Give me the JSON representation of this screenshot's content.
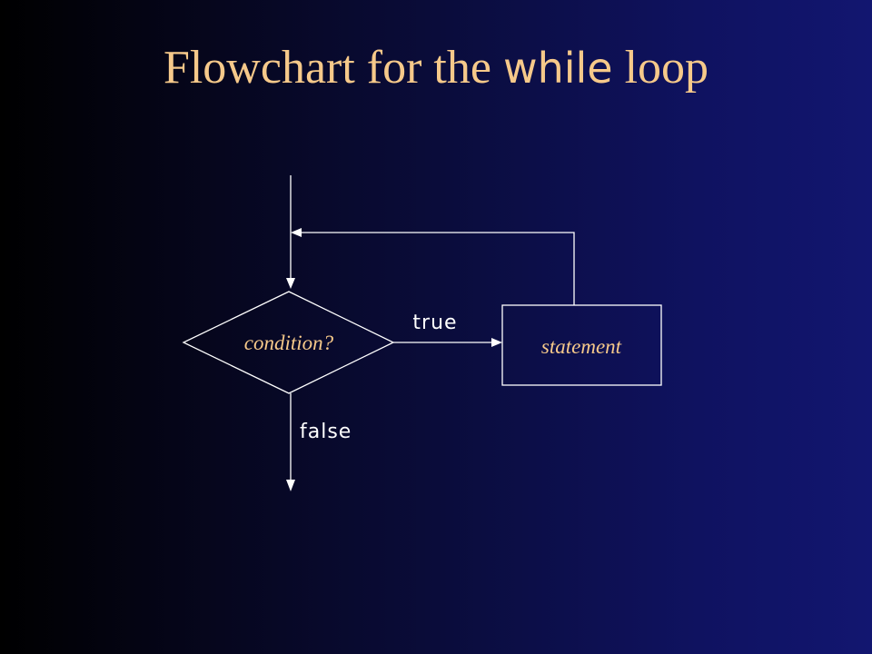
{
  "slide": {
    "title_prefix": "Flowchart for the ",
    "title_keyword": "while",
    "title_suffix": " loop"
  },
  "flowchart": {
    "decision_label": "condition?",
    "process_label": "statement",
    "true_label": "true",
    "false_label": "false"
  },
  "colors": {
    "title": "#f6c98a",
    "lines": "#ffffff",
    "labels": "#ffffff"
  }
}
